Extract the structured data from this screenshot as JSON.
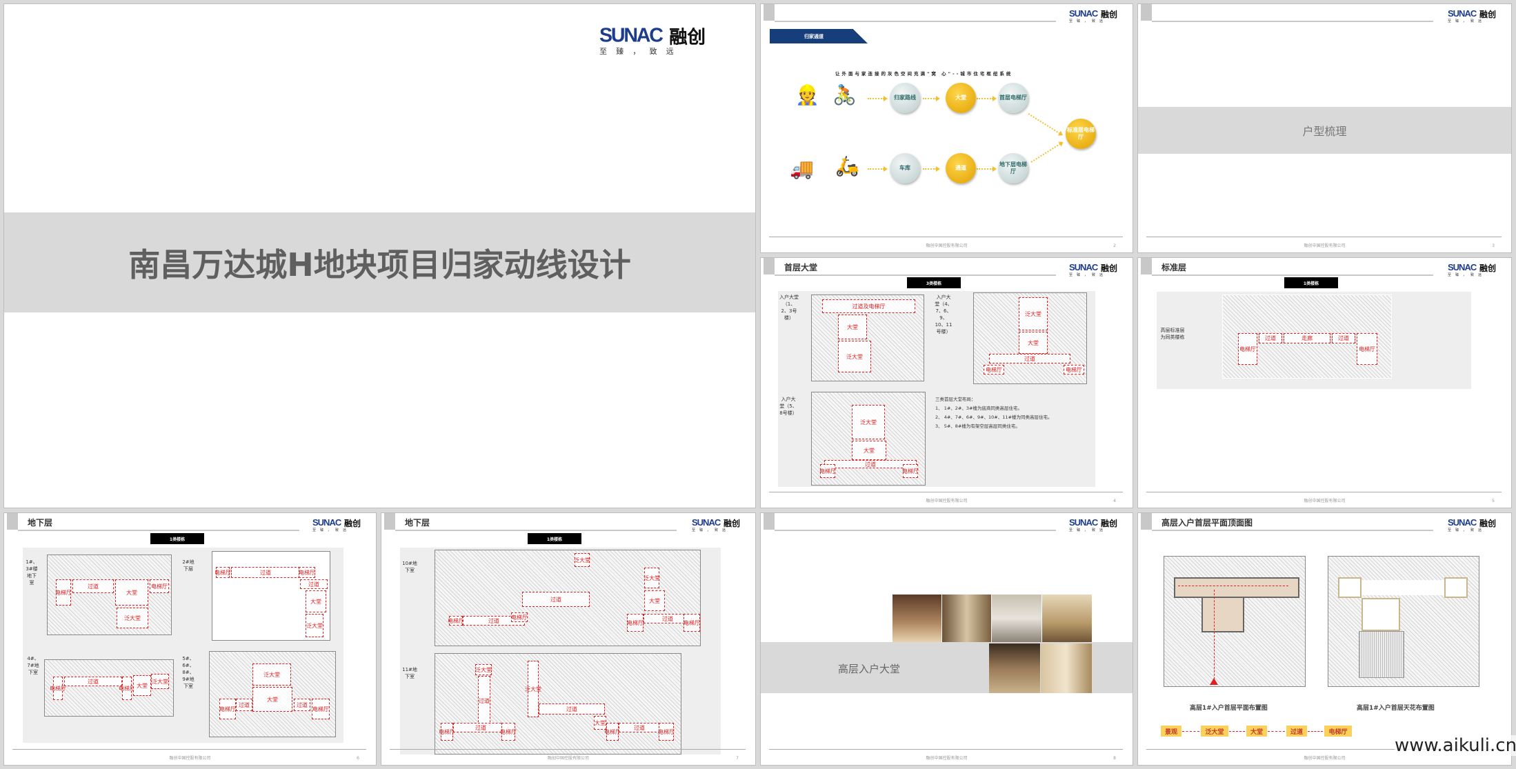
{
  "logo": {
    "en": "SUNAC",
    "cn": "融创",
    "slogan": "至臻，致远"
  },
  "footer": {
    "company": "融创中国控股有限公司"
  },
  "watermark": "www.aikuli.cn",
  "colors": {
    "brand_navy": "#1d3c8c",
    "route_red": "#e02020",
    "gold": "#f3b300",
    "flow_yellow": "#fbd15b"
  },
  "slide1": {
    "title": "南昌万达城H地块项目归家动线设计"
  },
  "slide2": {
    "tag": "归家通道",
    "subtitle": "让外面与家连接的灰色空间充满\"窝 心\"--城市住宅枢纽系统",
    "row1": [
      "归家路线",
      "大堂",
      "首层电梯厅"
    ],
    "row2": [
      "车库",
      "通道",
      "地下层电梯厅"
    ],
    "final": "标准层电梯厅",
    "icons": [
      "people-icon",
      "bicycle-icon",
      "car-icon",
      "scooter-icon"
    ],
    "page": "2"
  },
  "slide3": {
    "band": "户型梳理",
    "page": "3"
  },
  "slide4": {
    "title": "首层大堂",
    "tag": "3类楼栋",
    "label_a": "入户大堂（1、2、3号楼）",
    "label_b": "入户大堂（4、7、6、9、10、11号楼）",
    "label_c": "入户大堂（5、8号楼）",
    "zones": {
      "guodao_dt": "过道及电梯厅",
      "datang": "大堂",
      "fan": "泛大堂",
      "guodao": "过道",
      "dianti": "电梯厅"
    },
    "notes": [
      "三类首层大堂布局：",
      "1、 1#、2#、3#楼为底商同类高层住宅。",
      "2、 4#、7#、6#、9#、10#、11#楼为同类高层住宅。",
      "3、 5#、8#楼为有架空层高层同类住宅。"
    ],
    "page": "4"
  },
  "slide5": {
    "title": "标准层",
    "tag": "1类楼栋",
    "label": "高层标准层为同类楼栋",
    "zones": {
      "dianti": "电梯厅",
      "guodao": "过道",
      "zoulang": "走廊"
    },
    "page": "5"
  },
  "slide6": {
    "title": "地下层",
    "tag": "1类楼栋",
    "labels": [
      "1#、3#楼地下室",
      "2#地下层",
      "4#、7#地下室",
      "5#、6#、8#、9#地下室"
    ],
    "zones": {
      "dianti": "电梯厅",
      "guodao": "过道",
      "datang": "大堂",
      "fan": "泛大堂"
    },
    "page": "6"
  },
  "slide7": {
    "title": "地下层",
    "tag": "1类楼栋",
    "labels": [
      "10#地下室",
      "11#地下室"
    ],
    "zones": {
      "dianti": "电梯厅",
      "guodao": "过道",
      "datang": "大堂",
      "fan": "泛大堂"
    },
    "page": "7"
  },
  "slide8": {
    "band": "高层入户大堂",
    "page": "8"
  },
  "slide9": {
    "title": "高层入户首层平面顶面图",
    "caption_left": "高层1#入户首层平面布置图",
    "caption_right": "高层1#入户首层天花布置图",
    "flow": [
      "景观",
      "泛大堂",
      "大堂",
      "过道",
      "电梯厅"
    ]
  }
}
